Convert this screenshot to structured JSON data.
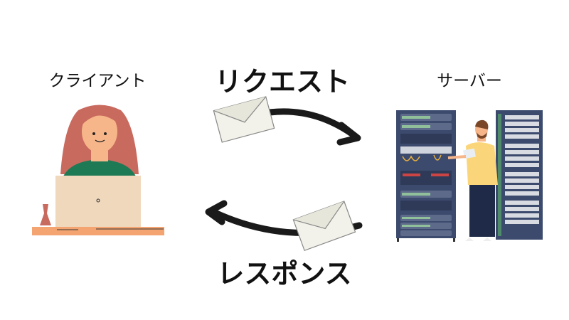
{
  "client": {
    "label": "クライアント"
  },
  "server": {
    "label": "サーバー"
  },
  "request": {
    "label": "リクエスト"
  },
  "response": {
    "label": "レスポンス"
  },
  "colors": {
    "hair": "#c96a5e",
    "skin": "#f7b68a",
    "sweater": "#1e7a55",
    "laptop": "#f0d8bd",
    "desk": "#f4a470",
    "rack": "#3c4a6e",
    "shirt": "#fbd57a",
    "pants": "#1e2a48",
    "arrow": "#1a1a1a"
  }
}
